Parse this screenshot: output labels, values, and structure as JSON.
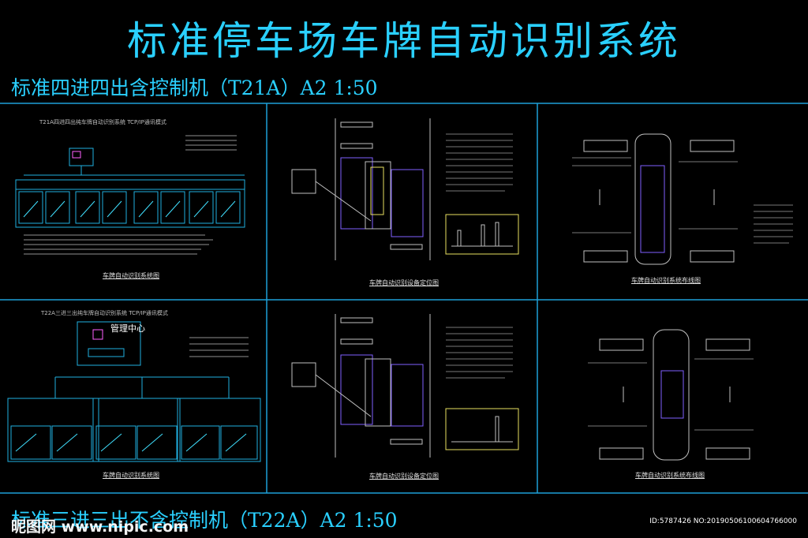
{
  "title": "标准停车场车牌自动识别系统",
  "subtitle_top": "标准四进四出含控制机（T21A）A2 1:50",
  "subtitle_bottom": "标准三进三出不含控制机（T22A）A2 1:50",
  "panels": {
    "tl_header": "T21A四进四出纯车牌自动识别系统 TCP/IP通讯模式",
    "tl_caption": "车牌自动识别系统图",
    "tm_caption": "车牌自动识别设备定位图",
    "tr_caption": "车牌自动识别系统布线图",
    "bl_header": "T22A三进三出纯车牌自动识别系统 TCP/IP通讯模式",
    "bl_mgmt": "管理中心",
    "bl_caption": "车牌自动识别系统图",
    "bm_caption": "车牌自动识别设备定位图",
    "br_caption": "车牌自动识别系统布线图"
  },
  "colors": {
    "accent": "#2ad0ff",
    "line": "#1e9fd8",
    "yellow": "#e8e060",
    "purple": "#8060ff",
    "green": "#40e040"
  },
  "watermark_left": "昵图网 www.nipic.com",
  "watermark_right": "ID:5787426 NO:20190506100604766000"
}
